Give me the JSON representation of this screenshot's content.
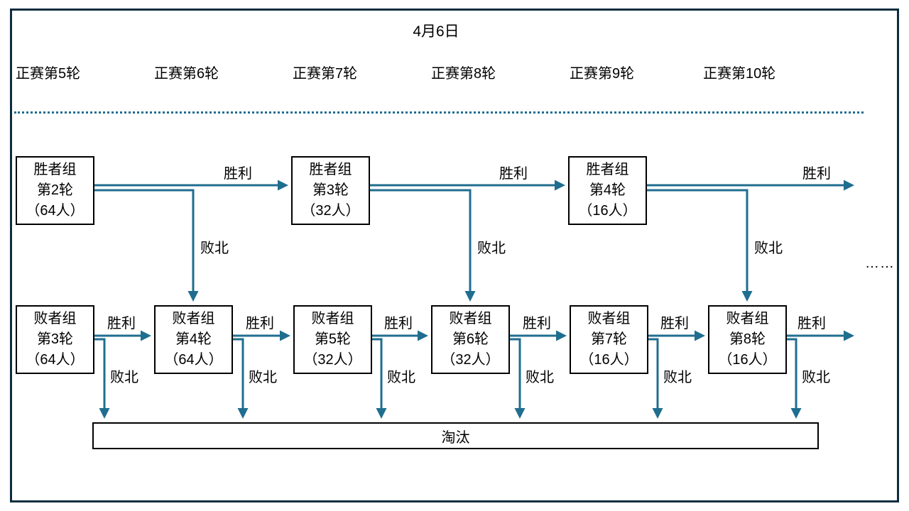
{
  "title": "4月6日",
  "round_headers": [
    "正赛第5轮",
    "正赛第6轮",
    "正赛第7轮",
    "正赛第8轮",
    "正赛第9轮",
    "正赛第10轮"
  ],
  "labels": {
    "win": "胜利",
    "lose": "败北"
  },
  "winner_boxes": [
    {
      "text": "胜者组\n第2轮\n（64人）"
    },
    {
      "text": "胜者组\n第3轮\n（32人）"
    },
    {
      "text": "胜者组\n第4轮\n（16人）"
    }
  ],
  "loser_boxes": [
    {
      "text": "败者组\n第3轮\n（64人）"
    },
    {
      "text": "败者组\n第4轮\n（64人）"
    },
    {
      "text": "败者组\n第5轮\n（32人）"
    },
    {
      "text": "败者组\n第6轮\n（32人）"
    },
    {
      "text": "败者组\n第7轮\n（16人）"
    },
    {
      "text": "败者组\n第8轮\n（16人）"
    }
  ],
  "eliminated_label": "淘汰",
  "ellipsis": "……",
  "colors": {
    "arrow": "#1f6e8f",
    "frame": "#0c2d3f",
    "box_border": "#000000"
  }
}
